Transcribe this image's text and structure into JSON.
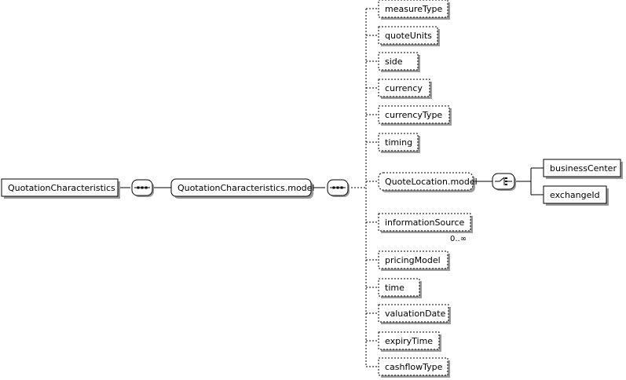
{
  "root": {
    "label": "QuotationCharacteristics"
  },
  "group1": {
    "label": "QuotationCharacteristics.model",
    "compositor": "sequence-icon"
  },
  "group2": {
    "compositor": "sequence-icon"
  },
  "elements": [
    {
      "label": "measureType",
      "optional": true
    },
    {
      "label": "quoteUnits",
      "optional": true
    },
    {
      "label": "side",
      "optional": true
    },
    {
      "label": "currency",
      "optional": true
    },
    {
      "label": "currencyType",
      "optional": true
    },
    {
      "label": "timing",
      "optional": true
    },
    {
      "label": "QuoteLocation.model",
      "optional": true,
      "is_group": true
    },
    {
      "label": "informationSource",
      "optional": true,
      "cardinality": "0..∞"
    },
    {
      "label": "pricingModel",
      "optional": true
    },
    {
      "label": "time",
      "optional": true
    },
    {
      "label": "valuationDate",
      "optional": true
    },
    {
      "label": "expiryTime",
      "optional": true
    },
    {
      "label": "cashflowType",
      "optional": true
    }
  ],
  "quoteLocation": {
    "compositor": "choice-icon",
    "children": [
      {
        "label": "businessCenter",
        "optional": false
      },
      {
        "label": "exchangeId",
        "optional": false
      }
    ]
  }
}
